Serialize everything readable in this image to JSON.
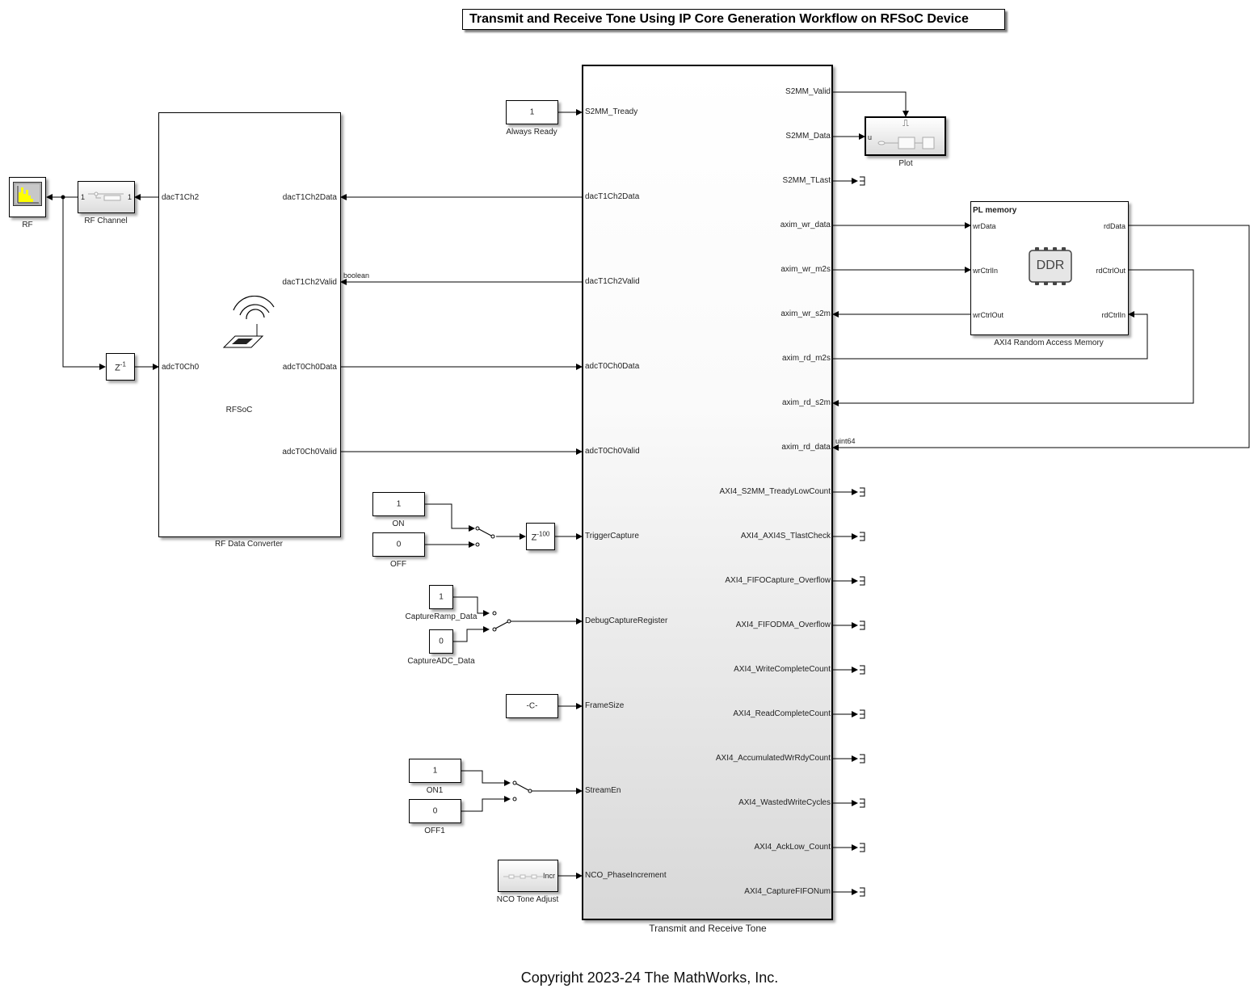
{
  "title": "Transmit and Receive Tone Using IP Core Generation Workflow on RFSoC Device",
  "copyright": "Copyright 2023-24 The MathWorks, Inc.",
  "blocks": {
    "rf_scope": {
      "name": "RF",
      "icon": "spectrum-analyzer-icon"
    },
    "rf_channel": {
      "name": "RF Channel",
      "in_port": "1",
      "out_port": "1"
    },
    "unit_delay": {
      "label": "z-1",
      "base": "Z",
      "exp": "-1"
    },
    "rf_data_converter": {
      "name": "RF Data Converter",
      "inner_label": "RFSoC",
      "left_ports": [
        "dacT1Ch2",
        "adcT0Ch0"
      ],
      "right_ports": [
        "dacT1Ch2Data",
        "dacT1Ch2Valid",
        "adcT0Ch0Data",
        "adcT0Ch0Valid"
      ]
    },
    "always_ready": {
      "value": "1",
      "name": "Always Ready"
    },
    "on": {
      "value": "1",
      "name": "ON"
    },
    "off": {
      "value": "0",
      "name": "OFF"
    },
    "delay100": {
      "base": "Z",
      "exp": "-100"
    },
    "capture_ramp": {
      "value": "1",
      "name": "CaptureRamp_Data"
    },
    "capture_adc": {
      "value": "0",
      "name": "CaptureADC_Data"
    },
    "frame_size": {
      "value": "-C-"
    },
    "on1": {
      "value": "1",
      "name": "ON1"
    },
    "off1": {
      "value": "0",
      "name": "OFF1"
    },
    "nco": {
      "name": "NCO Tone Adjust",
      "port": "Incr"
    },
    "dut": {
      "name": "Transmit and Receive Tone",
      "inputs": [
        "S2MM_Tready",
        "dacT1Ch2Data",
        "dacT1Ch2Valid",
        "adcT0Ch0Data",
        "adcT0Ch0Valid",
        "TriggerCapture",
        "DebugCaptureRegister",
        "FrameSize",
        "StreamEn",
        "NCO_PhaseIncrement"
      ],
      "outputs": [
        "S2MM_Valid",
        "S2MM_Data",
        "S2MM_TLast",
        "axim_wr_data",
        "axim_wr_m2s",
        "axim_wr_s2m",
        "axim_rd_m2s",
        "axim_rd_s2m",
        "axim_rd_data",
        "AXI4_S2MM_TreadyLowCount",
        "AXI4_AXI4S_TlastCheck",
        "AXI4_FIFOCapture_Overflow",
        "AXI4_FIFODMA_Overflow",
        "AXI4_WriteCompleteCount",
        "AXI4_ReadCompleteCount",
        "AXI4_AccumulatedWrRdyCount",
        "AXI4_WastedWriteCycles",
        "AXI4_AckLow_Count",
        "AXI4_CaptureFIFONum"
      ]
    },
    "plot": {
      "name": "Plot",
      "port": "u",
      "trigger_symbol": "⎍"
    },
    "memory": {
      "name": "AXI4 Random Access Memory",
      "header": "PL memory",
      "chip_label": "DDR",
      "left_ports": [
        "wrData",
        "wrCtrlIn",
        "wrCtrlOut"
      ],
      "right_ports": [
        "rdData",
        "rdCtrlOut",
        "rdCtrlIn"
      ]
    }
  },
  "signal_labels": {
    "boolean": "boolean",
    "uint64": "uint64"
  }
}
